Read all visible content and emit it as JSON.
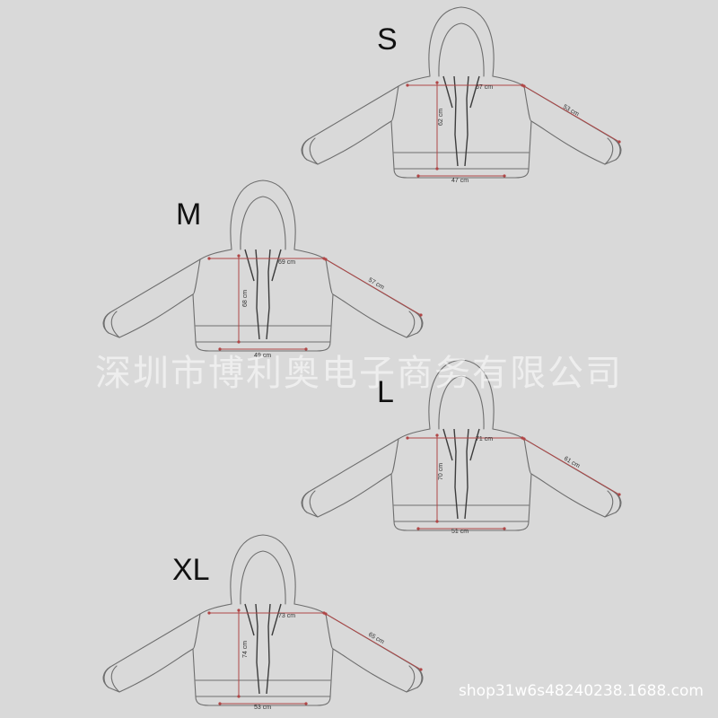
{
  "diagram": {
    "size_charts": [
      {
        "size": "S",
        "chest": "67 cm",
        "length": "62 cm",
        "sleeve": "53 cm",
        "hem": "47 cm"
      },
      {
        "size": "M",
        "chest": "69 cm",
        "length": "68 cm",
        "sleeve": "57 cm",
        "hem": "49 cm"
      },
      {
        "size": "L",
        "chest": "71 cm",
        "length": "70 cm",
        "sleeve": "61 cm",
        "hem": "51 cm"
      },
      {
        "size": "XL",
        "chest": "73 cm",
        "length": "74 cm",
        "sleeve": "65 cm",
        "hem": "53 cm"
      }
    ]
  },
  "watermark": {
    "company": "深圳市博利奥电子商务有限公司",
    "shop": "shop31w6s48240238.1688.com"
  },
  "colors": {
    "background": "#d9d9d9",
    "outline": "#6e6e6e",
    "dimension_line": "#b04646",
    "text": "#111111"
  }
}
